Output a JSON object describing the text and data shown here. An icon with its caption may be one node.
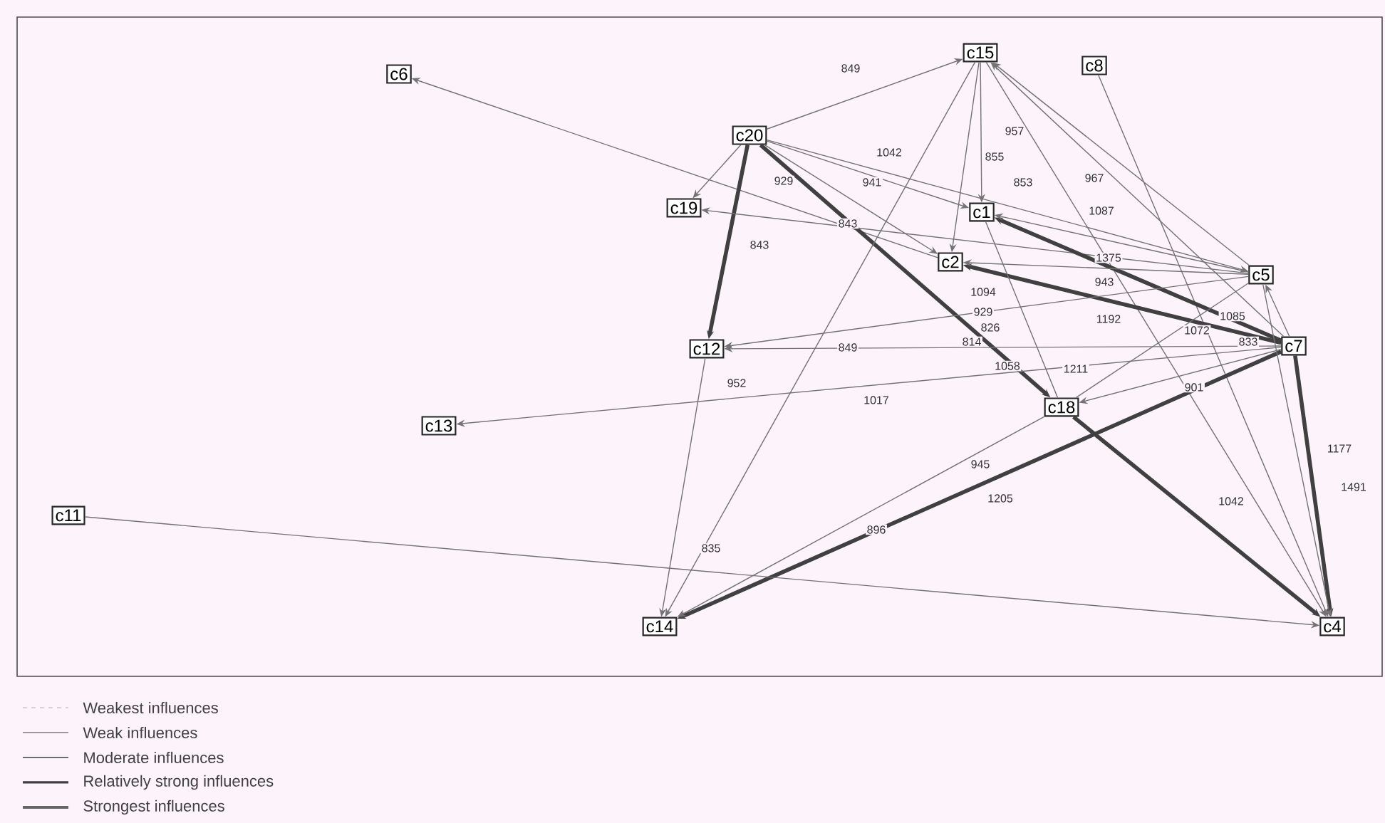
{
  "diagram": {
    "nodes": [
      {
        "text": [
          "c6"
        ]
      },
      {
        "text": [
          "c15"
        ]
      },
      {
        "text": [
          "c8"
        ]
      },
      {
        "text": [
          "c20"
        ]
      },
      {
        "text": [
          "c19"
        ]
      },
      {
        "text": [
          "c1"
        ]
      },
      {
        "text": [
          "c2"
        ]
      },
      {
        "text": [
          "c5"
        ]
      },
      {
        "text": [
          "c12"
        ]
      },
      {
        "text": [
          "c7"
        ]
      },
      {
        "text": [
          "c13"
        ]
      },
      {
        "text": [
          "c18"
        ]
      },
      {
        "text": [
          "c11"
        ]
      },
      {
        "text": [
          "c14"
        ]
      },
      {
        "text": [
          "c4"
        ]
      }
    ],
    "edges": [
      {
        "from": 3,
        "to": 1,
        "arrow": "to"
      },
      {
        "from": 6,
        "to": 0,
        "arrow": "to"
      },
      {
        "from": 3,
        "to": 4,
        "arrow": "to"
      },
      {
        "from": 3,
        "to": 8,
        "arrow": "to",
        "style": "thick"
      },
      {
        "from": 3,
        "to": 5,
        "arrow": "to"
      },
      {
        "from": 3,
        "to": 6,
        "arrow": "to"
      },
      {
        "from": 3,
        "to": 11,
        "arrow": "to",
        "style": "thick"
      },
      {
        "from": 3,
        "to": 7,
        "arrow": "to"
      },
      {
        "from": 1,
        "to": 5,
        "arrow": "to"
      },
      {
        "from": 1,
        "to": 6,
        "arrow": "to"
      },
      {
        "from": 1,
        "to": 13,
        "arrow": "to"
      },
      {
        "from": 1,
        "to": 14,
        "arrow": "to"
      },
      {
        "from": 7,
        "to": 1,
        "arrow": "to"
      },
      {
        "from": 9,
        "to": 1,
        "arrow": "to"
      },
      {
        "from": 2,
        "to": 14,
        "arrow": "to"
      },
      {
        "from": 7,
        "to": 4,
        "arrow": "to"
      },
      {
        "from": 9,
        "to": 5,
        "arrow": "to",
        "style": "thick"
      },
      {
        "from": 9,
        "to": 6,
        "arrow": "to",
        "style": "thick"
      },
      {
        "from": 7,
        "to": 6,
        "arrow": "to"
      },
      {
        "from": 7,
        "to": 5,
        "arrow": "to"
      },
      {
        "from": 9,
        "to": 8,
        "arrow": "to"
      },
      {
        "from": 7,
        "to": 8,
        "arrow": "to"
      },
      {
        "from": 9,
        "to": 10,
        "arrow": "to"
      },
      {
        "from": 9,
        "to": 11,
        "arrow": "to"
      },
      {
        "from": 9,
        "to": 13,
        "arrow": "to",
        "style": "thick"
      },
      {
        "from": 9,
        "to": 14,
        "arrow": "to",
        "style": "thick"
      },
      {
        "from": 9,
        "to": 7,
        "arrow": "to"
      },
      {
        "from": 11,
        "to": 13,
        "arrow": "to"
      },
      {
        "from": 11,
        "to": 14,
        "arrow": "to",
        "style": "thick"
      },
      {
        "from": 11,
        "to": 5,
        "arrow": "none"
      },
      {
        "from": 12,
        "to": 14,
        "arrow": "to"
      },
      {
        "from": 8,
        "to": 13,
        "arrow": "to"
      },
      {
        "from": 7,
        "to": 14,
        "arrow": "to"
      },
      {
        "from": 11,
        "to": 7,
        "arrow": "none"
      }
    ],
    "labels": [
      "849",
      "957",
      "1042",
      "855",
      "929",
      "941",
      "853",
      "967",
      "1087",
      "843",
      "843",
      "1375",
      "943",
      "1094",
      "929",
      "1192",
      "1085",
      "826",
      "1072",
      "814",
      "833",
      "849",
      "1058",
      "1211",
      "952",
      "901",
      "1017",
      "1177",
      "945",
      "1491",
      "1205",
      "1042",
      "896",
      "835"
    ],
    "legend": [
      {
        "text": "Weakest influences"
      },
      {
        "text": "Weak influences"
      },
      {
        "text": "Moderate influences"
      },
      {
        "text": "Relatively strong influences"
      },
      {
        "text": "Strongest influences"
      }
    ]
  }
}
